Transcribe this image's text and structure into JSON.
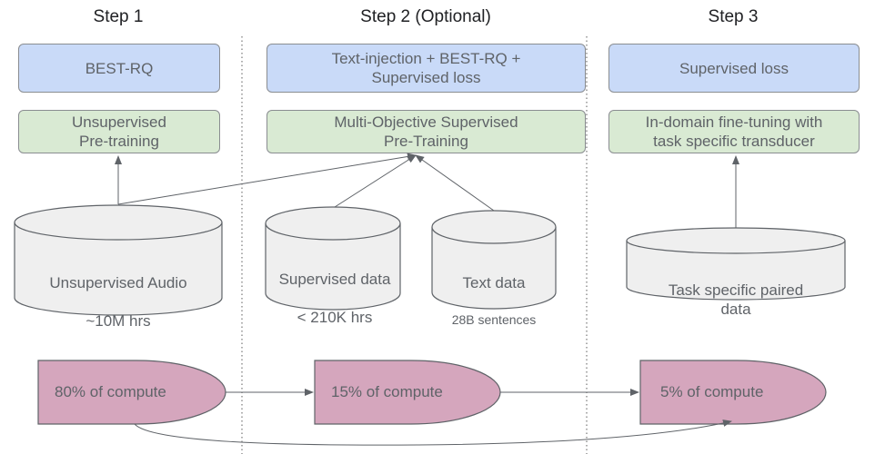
{
  "steps": [
    {
      "title": "Step 1",
      "loss": "BEST-RQ",
      "stage": "Unsupervised\nPre-training",
      "data": [
        {
          "title": "Unsupervised Audio",
          "subtitle": "~10M hrs"
        }
      ],
      "compute": "80% of compute"
    },
    {
      "title": "Step 2 (Optional)",
      "loss": "Text-injection + BEST-RQ +\nSupervised loss",
      "stage": "Multi-Objective Supervised\nPre-Training",
      "data": [
        {
          "title": "Supervised data",
          "subtitle": "< 210K hrs"
        },
        {
          "title": "Text data",
          "subtitle": "28B sentences"
        }
      ],
      "compute": "15% of compute"
    },
    {
      "title": "Step 3",
      "loss": "Supervised loss",
      "stage": "In-domain fine-tuning with\ntask specific transducer",
      "data": [
        {
          "title": "Task specific paired data",
          "subtitle": ""
        }
      ],
      "compute": "5% of compute"
    }
  ],
  "colors": {
    "loss_box": "#c9daf8",
    "stage_box": "#d9ead3",
    "cylinder": "#efefef",
    "compute_shape": "#d5a6bd",
    "stroke": "#8a8d91"
  }
}
